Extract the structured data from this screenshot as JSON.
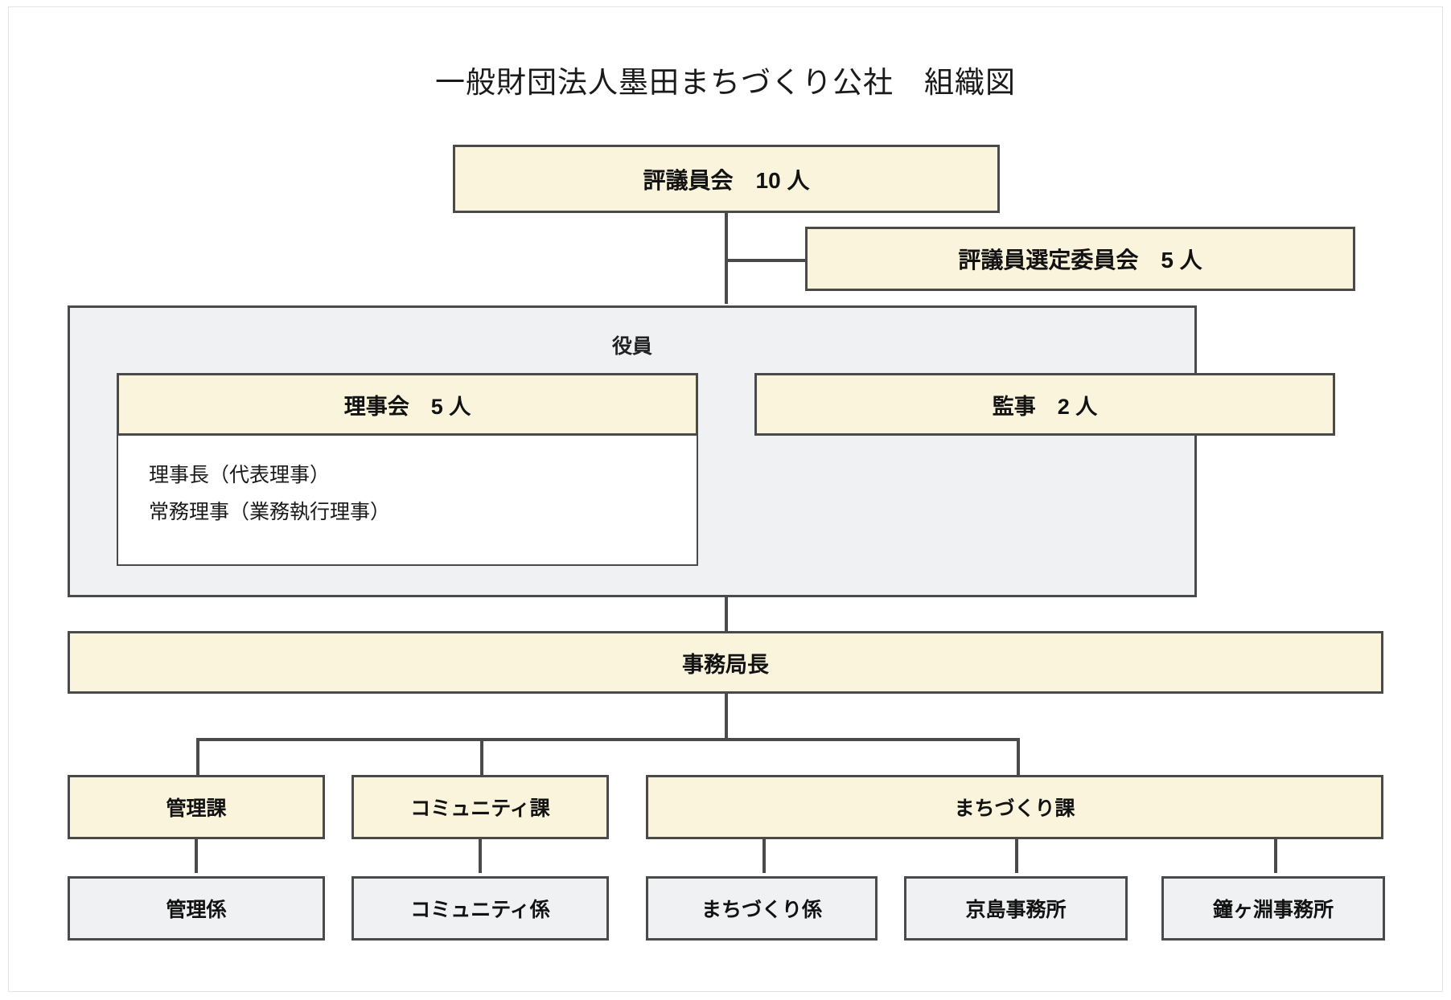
{
  "document": {
    "title": "一般財団法人墨田まちづくり公社　組織図"
  },
  "colors": {
    "cream_box": "#faf4dc",
    "gray_box": "#eff1f3",
    "border": "#4a4a4a",
    "text": "#121212",
    "page_background": "#ffffff"
  },
  "chart_data": {
    "type": "diagram",
    "title": "一般財団法人墨田まちづくり公社　組織図",
    "nodes": [
      {
        "id": "hyogiinkai",
        "label": "評議員会　10 人",
        "style": "cream",
        "level": 0
      },
      {
        "id": "hyogiin-sentei",
        "label": "評議員選定委員会　5 人",
        "style": "cream",
        "level": 0
      },
      {
        "id": "yakuin",
        "label": "役員",
        "style": "group",
        "level": 1
      },
      {
        "id": "rijikai",
        "label": "理事会　5 人",
        "style": "cream",
        "level": 2
      },
      {
        "id": "kanji",
        "label": "監事　2 人",
        "style": "cream",
        "level": 2
      },
      {
        "id": "rijicho",
        "label": "理事長（代表理事）",
        "style": "plain",
        "level": 3
      },
      {
        "id": "jomuriji",
        "label": "常務理事（業務執行理事）",
        "style": "plain",
        "level": 3
      },
      {
        "id": "jimukyokucho",
        "label": "事務局長",
        "style": "cream",
        "level": 4
      },
      {
        "id": "kanrika",
        "label": "管理課",
        "style": "cream",
        "level": 5
      },
      {
        "id": "communityka",
        "label": "コミュニティ課",
        "style": "cream",
        "level": 5
      },
      {
        "id": "machizukurika",
        "label": "まちづくり課",
        "style": "cream",
        "level": 5
      },
      {
        "id": "kanrigakari",
        "label": "管理係",
        "style": "gray",
        "level": 6
      },
      {
        "id": "communitygakari",
        "label": "コミュニティ係",
        "style": "gray",
        "level": 6
      },
      {
        "id": "machizukurigakari",
        "label": "まちづくり係",
        "style": "gray",
        "level": 6
      },
      {
        "id": "kyojima",
        "label": "京島事務所",
        "style": "gray",
        "level": 6
      },
      {
        "id": "kanegafuchi",
        "label": "鐘ヶ淵事務所",
        "style": "gray",
        "level": 6
      }
    ],
    "edges": [
      {
        "from": "hyogiinkai",
        "to": "hyogiin-sentei"
      },
      {
        "from": "hyogiinkai",
        "to": "yakuin"
      },
      {
        "from": "yakuin",
        "to": "jimukyokucho"
      },
      {
        "from": "jimukyokucho",
        "to": "kanrika"
      },
      {
        "from": "jimukyokucho",
        "to": "communityka"
      },
      {
        "from": "jimukyokucho",
        "to": "machizukurika"
      },
      {
        "from": "kanrika",
        "to": "kanrigakari"
      },
      {
        "from": "communityka",
        "to": "communitygakari"
      },
      {
        "from": "machizukurika",
        "to": "machizukurigakari"
      },
      {
        "from": "machizukurika",
        "to": "kyojima"
      },
      {
        "from": "machizukurika",
        "to": "kanegafuchi"
      }
    ]
  },
  "boxes": {
    "hyogiinkai": "評議員会　10 人",
    "hyogiin_sentei": "評議員選定委員会　5 人",
    "yakuin": "役員",
    "rijikai": "理事会　5 人",
    "kanji": "監事　2 人",
    "roles": {
      "rijicho": "理事長（代表理事）",
      "jomuriji": "常務理事（業務執行理事）"
    },
    "jimukyokucho": "事務局長",
    "departments": [
      "管理課",
      "コミュニティ課",
      "まちづくり課"
    ],
    "sections": [
      "管理係",
      "コミュニティ係",
      "まちづくり係",
      "京島事務所",
      "鐘ヶ淵事務所"
    ]
  }
}
